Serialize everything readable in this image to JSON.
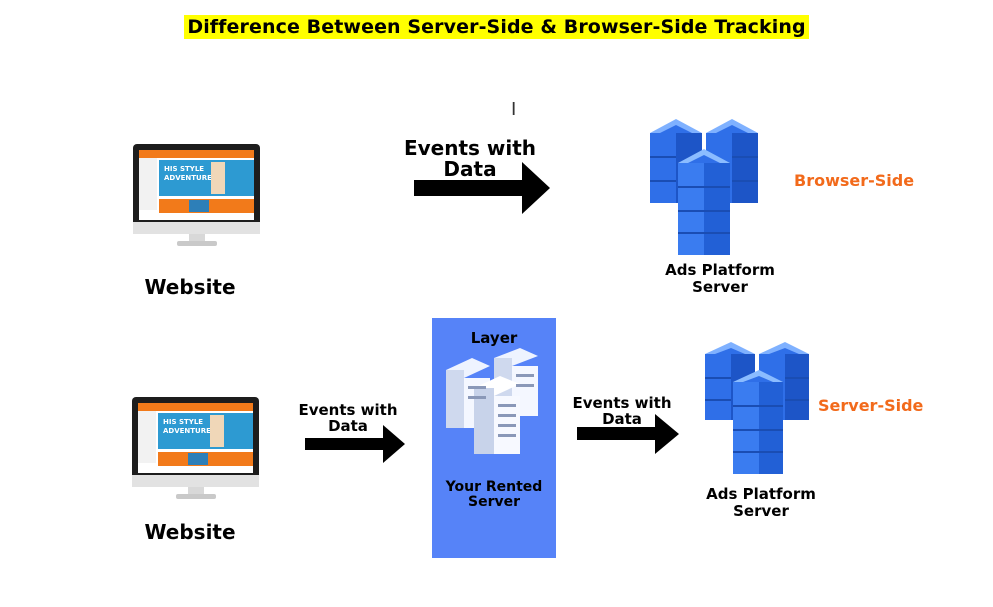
{
  "title": "Difference Between Server-Side & Browser-Side Tracking",
  "colors": {
    "title_highlight": "#ffff00",
    "accent_orange": "#f26a1b",
    "layer_box": "#5683f8",
    "server_blue": "#2f6fe8"
  },
  "top_row": {
    "website_label": "Website",
    "arrow_label": "Events with\nData",
    "server_label": "Ads Platform\nServer",
    "side_label": "Browser-Side"
  },
  "bottom_row": {
    "website_label": "Website",
    "arrow1_label": "Events with\nData",
    "layer_top_label": "Layer",
    "layer_bottom_label": "Your Rented\nServer",
    "arrow2_label": "Events with\nData",
    "server_label": "Ads Platform\nServer",
    "side_label": "Server-Side"
  },
  "website_screen": {
    "banner_line1": "HIS STYLE",
    "banner_line2": "ADVENTURE"
  }
}
